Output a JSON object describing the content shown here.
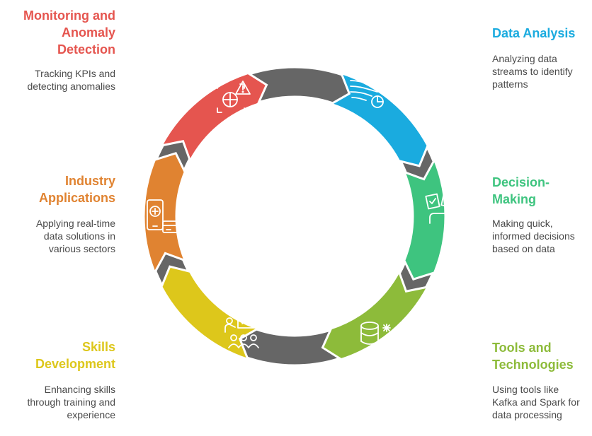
{
  "colors": {
    "ring": "#666666",
    "monitoring": "#e5554f",
    "data_analysis": "#1aabdf",
    "decision_making": "#3ec47f",
    "tools": "#8dbb3a",
    "skills": "#ddc71b",
    "industry": "#e08331",
    "description_text": "#4a4a4a"
  },
  "stages": [
    {
      "key": "monitoring",
      "title": "Monitoring and\nAnomaly\nDetection",
      "description": "Tracking KPIs and\ndetecting anomalies",
      "icon": "monitoring-alert-icon"
    },
    {
      "key": "data_analysis",
      "title": "Data Analysis",
      "description": "Analyzing data\nstreams to identify\npatterns",
      "icon": "data-stream-icon"
    },
    {
      "key": "decision_making",
      "title": "Decision-\nMaking",
      "description": "Making quick,\ninformed decisions\nbased on data",
      "icon": "decision-cards-icon"
    },
    {
      "key": "tools",
      "title": "Tools and\nTechnologies",
      "description": "Using tools like\nKafka and Spark for\ndata processing",
      "icon": "database-tools-icon"
    },
    {
      "key": "skills",
      "title": "Skills\nDevelopment",
      "description": "Enhancing skills\nthrough training and\nexperience",
      "icon": "training-presentation-icon"
    },
    {
      "key": "industry",
      "title": "Industry\nApplications",
      "description": "Applying real-time\ndata solutions in\nvarious sectors",
      "icon": "mobile-payment-icon"
    }
  ]
}
